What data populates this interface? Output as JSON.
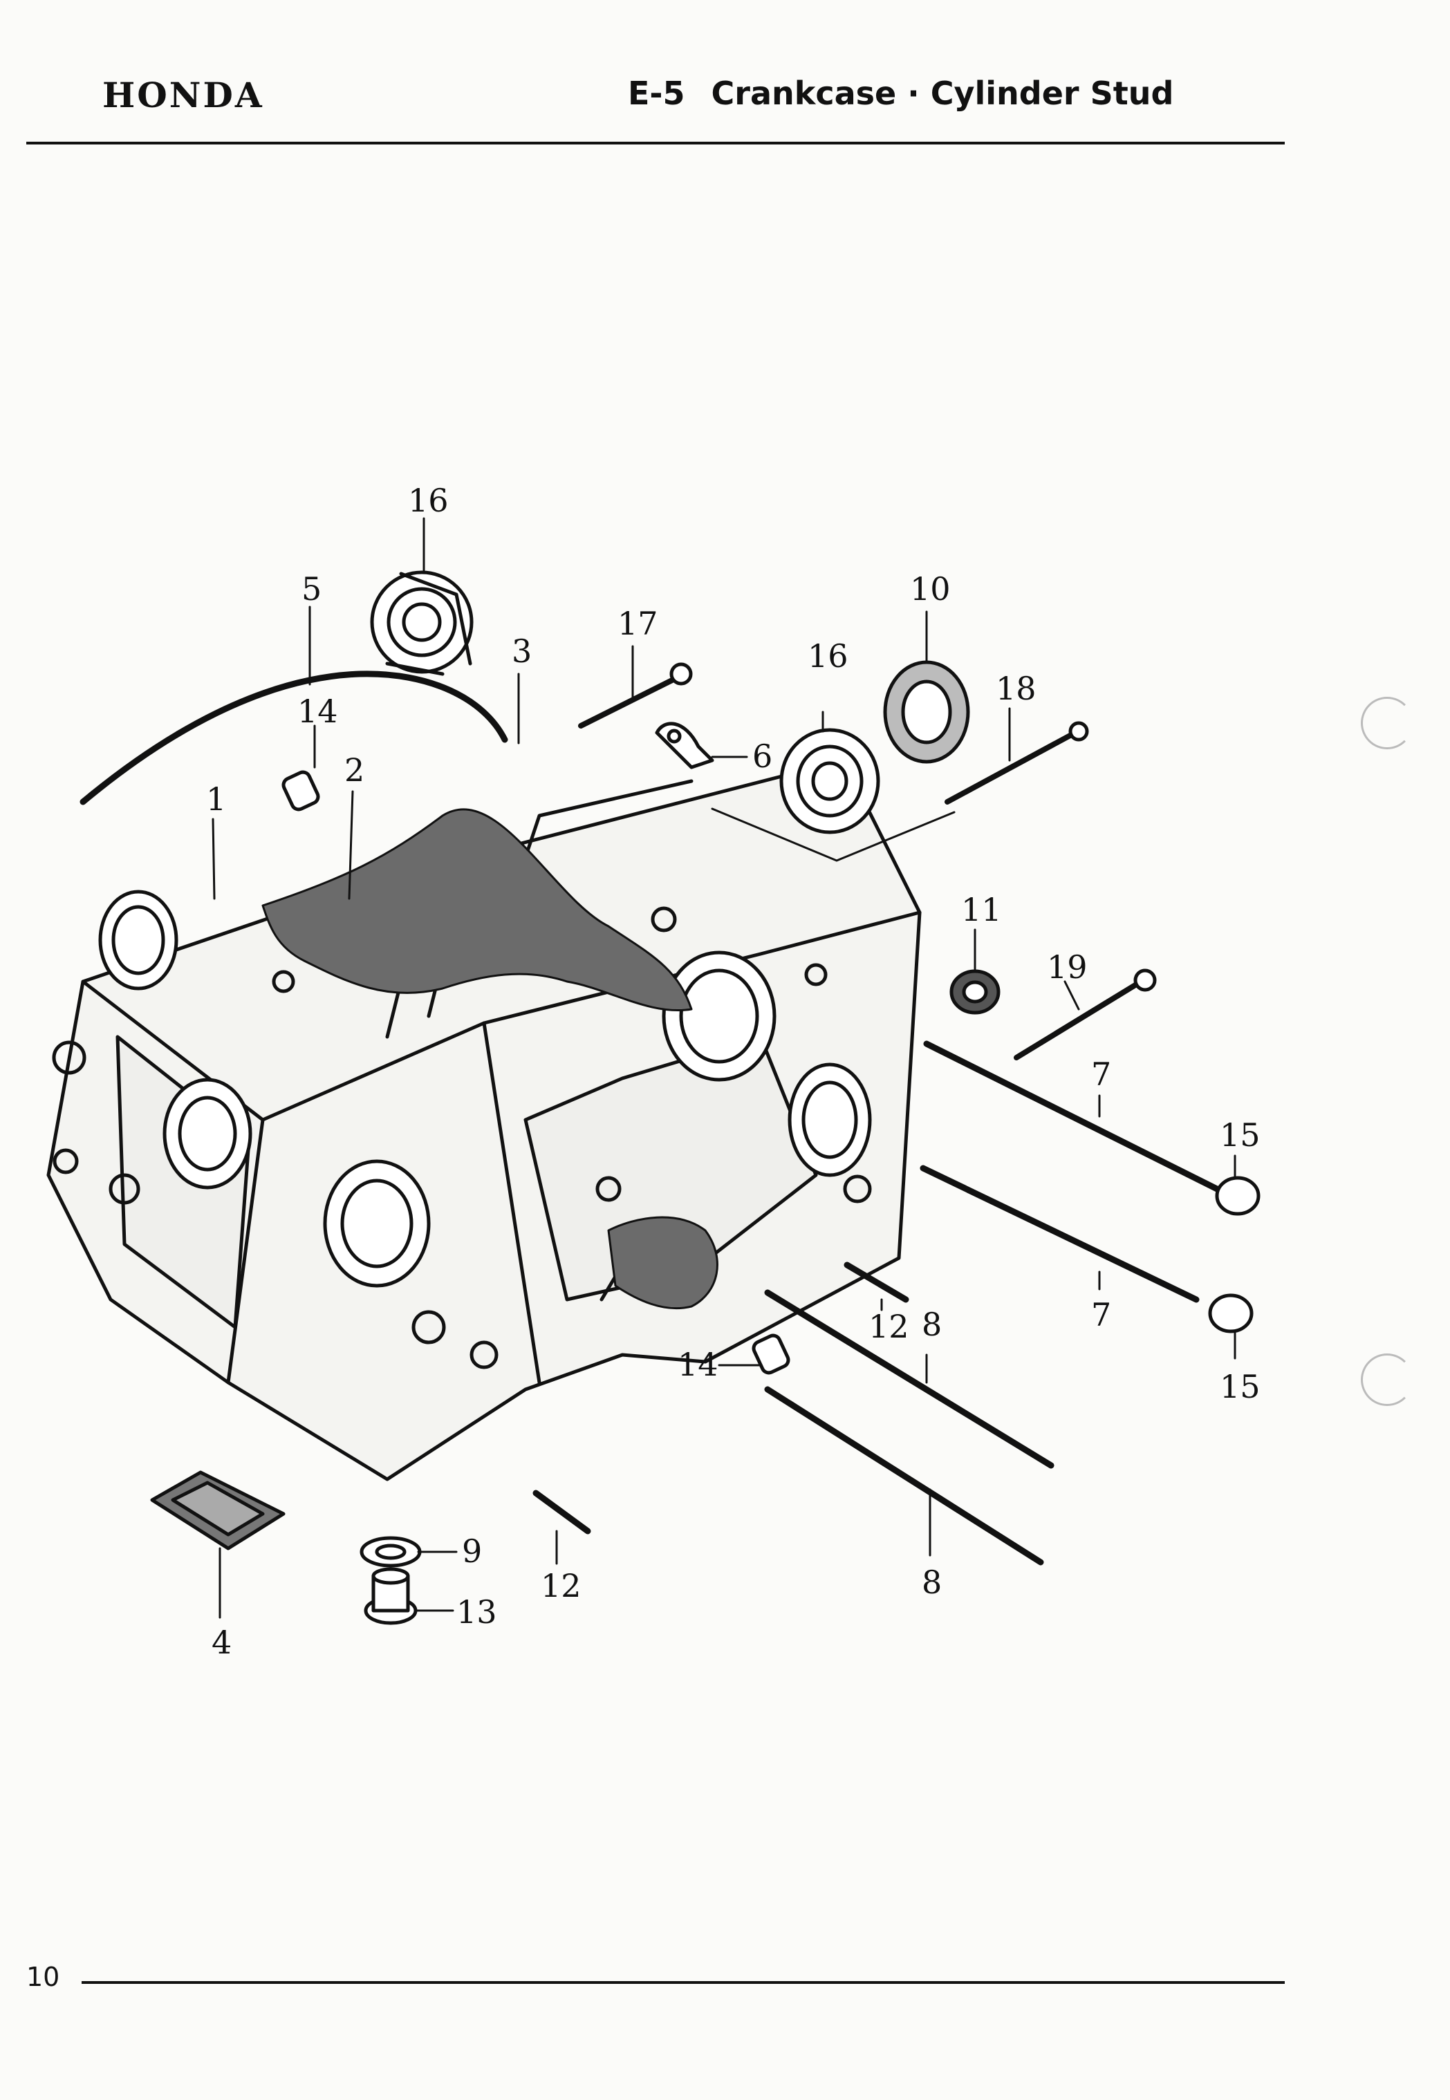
{
  "header": {
    "brand": "HONDA",
    "section_code": "E-5",
    "section_title": "Crankcase · Cylinder Stud"
  },
  "footer": {
    "page_number": "10"
  },
  "diagram": {
    "callouts": [
      "1",
      "2",
      "3",
      "4",
      "5",
      "6",
      "7",
      "7",
      "8",
      "8",
      "9",
      "10",
      "11",
      "12",
      "12",
      "13",
      "14",
      "14",
      "15",
      "15",
      "16",
      "16",
      "17",
      "18",
      "19"
    ]
  }
}
